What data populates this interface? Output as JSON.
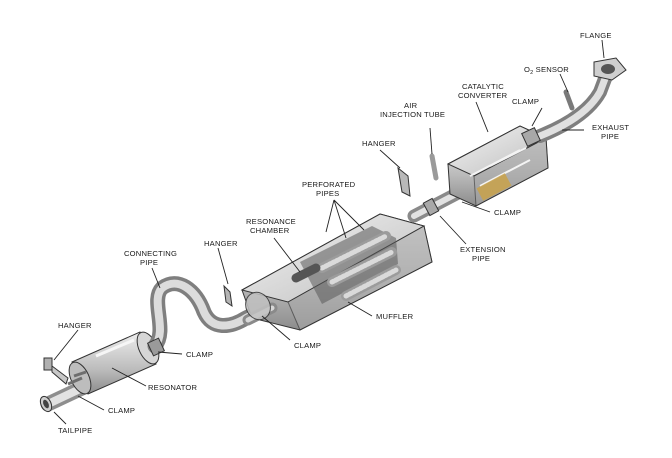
{
  "labels": {
    "flange": "FLANGE",
    "o2_sensor_prefix": "O",
    "o2_sensor_sub": "2",
    "o2_sensor_suffix": " SENSOR",
    "catalytic_converter_1": "CATALYTIC",
    "catalytic_converter_2": "CONVERTER",
    "clamp_top": "CLAMP",
    "exhaust_pipe_1": "EXHAUST",
    "exhaust_pipe_2": "PIPE",
    "air_injection_1": "AIR",
    "air_injection_2": "INJECTION TUBE",
    "hanger_top": "HANGER",
    "perforated_pipes_1": "PERFORATED",
    "perforated_pipes_2": "PIPES",
    "clamp_mid": "CLAMP",
    "extension_pipe_1": "EXTENSION",
    "extension_pipe_2": "PIPE",
    "resonance_chamber_1": "RESONANCE",
    "resonance_chamber_2": "CHAMBER",
    "hanger_mid": "HANGER",
    "connecting_pipe_1": "CONNECTING",
    "connecting_pipe_2": "PIPE",
    "muffler": "MUFFLER",
    "clamp_muffler": "CLAMP",
    "hanger_left": "HANGER",
    "clamp_resonator": "CLAMP",
    "resonator": "RESONATOR",
    "clamp_tail": "CLAMP",
    "tailpipe": "TAILPIPE"
  },
  "colors": {
    "metal_light": "#e6e6e6",
    "metal_mid": "#bdbdbd",
    "metal_dark": "#7a7a7a",
    "converter_accent": "#c9a24a"
  }
}
